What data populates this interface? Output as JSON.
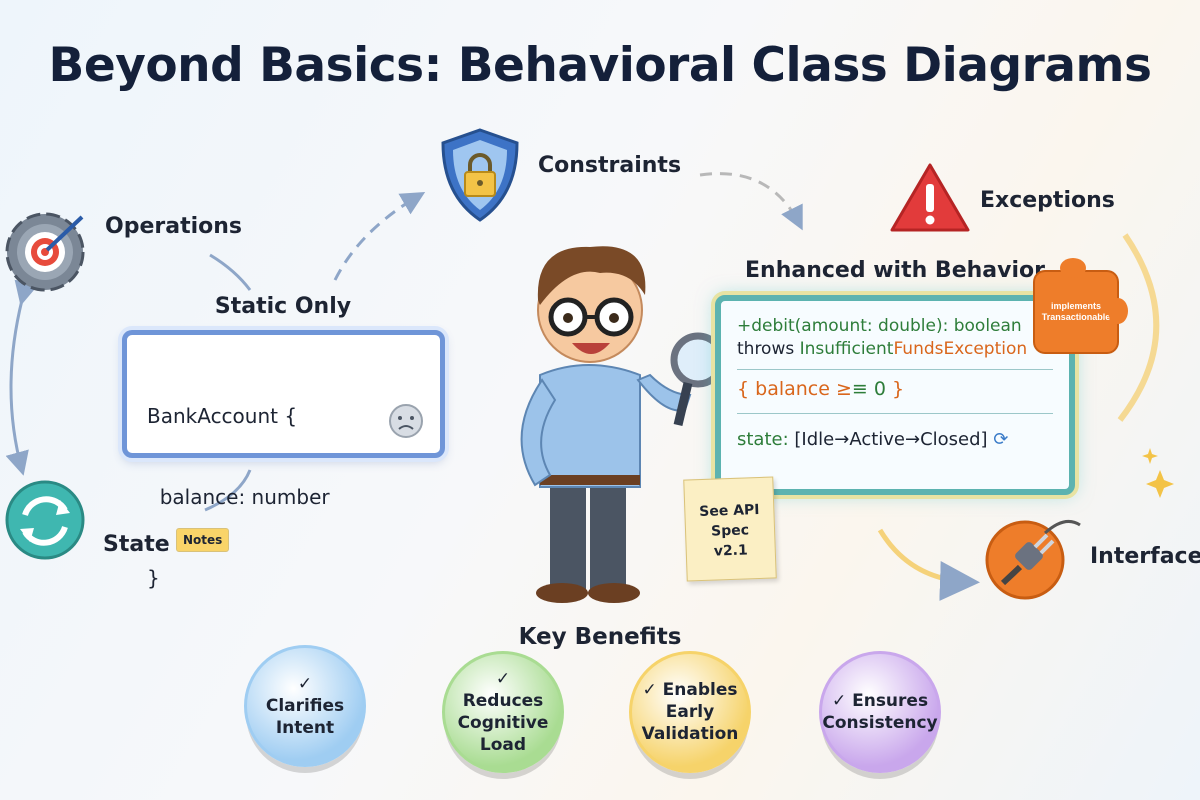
{
  "title": "Beyond Basics: Behavioral Class Diagrams",
  "features": {
    "operations": {
      "label": "Operations",
      "icon": "gear-target-icon"
    },
    "state": {
      "label": "State",
      "icon": "refresh-icon",
      "badge": "Notes"
    },
    "constraints": {
      "label": "Constraints",
      "icon": "shield-lock-icon"
    },
    "exceptions": {
      "label": "Exceptions",
      "icon": "warning-icon"
    },
    "interface": {
      "label": "Interface",
      "icon": "plug-icon"
    }
  },
  "static": {
    "heading": "Static Only",
    "lines": [
      "BankAccount {",
      "  balance: number",
      "}"
    ],
    "icon": "sad-face-icon"
  },
  "enhanced": {
    "heading": "Enhanced with Behavior",
    "operation": "+debit(amount: double): boolean",
    "throws_kw": "throws",
    "exception_a": "Insufficient",
    "exception_b": "FundsException",
    "constraint_a": "{ balance ≥",
    "constraint_b": "≡ 0",
    "constraint_c": "}",
    "state_kw": "state:",
    "state_val": "[Idle→Active→Closed]",
    "puzzle_lines": [
      "implements",
      "Transactionable"
    ]
  },
  "sticky_note": [
    "See API",
    "Spec",
    "v2.1"
  ],
  "benefits": {
    "heading": "Key Benefits",
    "items": [
      {
        "label": "✓ Clarifies Intent",
        "color": "#9fcdf2"
      },
      {
        "label": "✓ Reduces Cognitive Load",
        "color": "#a9dc92"
      },
      {
        "label": "✓ Enables Early Validation",
        "color": "#f6d36a"
      },
      {
        "label": "✓ Ensures Consistency",
        "color": "#c9a7ec"
      }
    ]
  },
  "colors": {
    "accent_green": "#2e7d3a",
    "accent_orange": "#d9661c",
    "static_border": "#6f95d8",
    "enhanced_border": "#5cb3b0"
  }
}
